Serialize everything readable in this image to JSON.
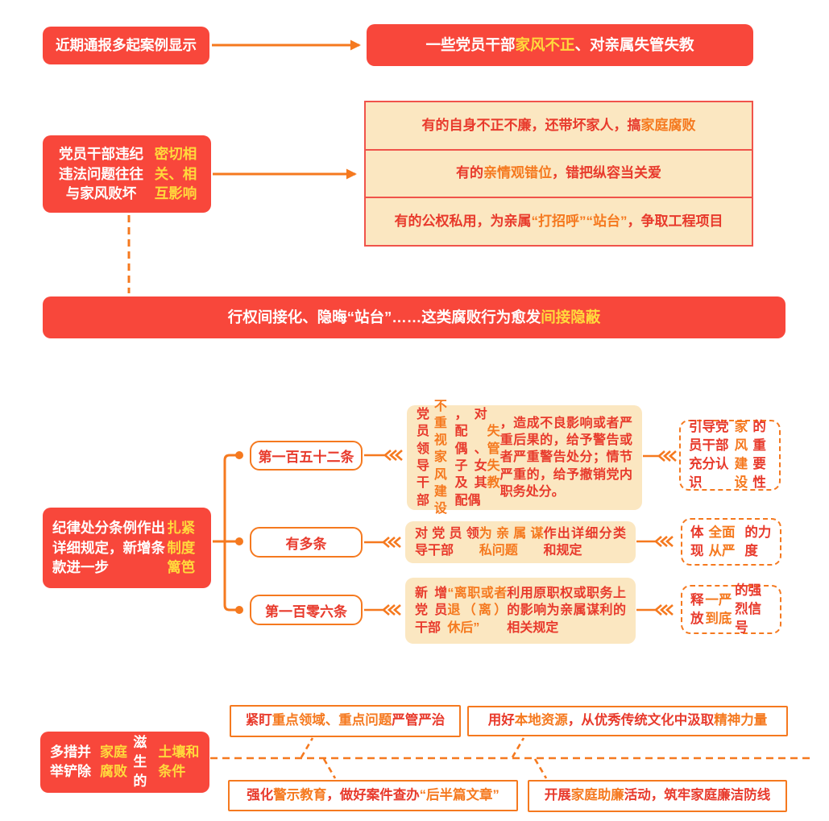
{
  "palette": {
    "red": "#F8473B",
    "orange": "#F5791F",
    "yellow": "#FFD93C",
    "cream": "#FBE7C1",
    "cream_border": "#F0534A",
    "text_red": "#E83A2C",
    "canvas": "#FFFFFF"
  },
  "diagram": {
    "s1": {
      "source": [
        {
          "t": "近期通报多起案例显示"
        }
      ],
      "finding": [
        {
          "t": "一些党员干部"
        },
        {
          "t": "家风不正",
          "c": "yellow"
        },
        {
          "t": "、对亲属失管失教"
        }
      ]
    },
    "s2": {
      "cause": [
        {
          "t": "党员干部违纪违法问题往往与家风败坏"
        },
        {
          "t": "密切相关、相互影响",
          "c": "yellow"
        }
      ],
      "examples": [
        [
          {
            "t": "有的自身不正不廉，还带坏家人，搞"
          },
          {
            "t": "家庭腐败",
            "c": "orange"
          }
        ],
        [
          {
            "t": "有的"
          },
          {
            "t": "亲情观错位",
            "c": "orange"
          },
          {
            "t": "，错把纵容当关爱"
          }
        ],
        [
          {
            "t": "有的公权私用，为亲属"
          },
          {
            "t": "“打招呼”“站台”",
            "c": "orange"
          },
          {
            "t": "，争取工程项目"
          }
        ]
      ],
      "banner": [
        {
          "t": "行权间接化、隐晦“站台”……这类腐败行为愈发"
        },
        {
          "t": "间接隐蔽",
          "c": "yellow"
        }
      ]
    },
    "s3": {
      "law": [
        {
          "t": "纪律处分条例作出详细规定，新增条款进一步"
        },
        {
          "t": "扎紧制度篱笆",
          "c": "yellow"
        }
      ],
      "articles": [
        {
          "label": [
            {
              "t": "第一百五十二条"
            }
          ],
          "desc": [
            {
              "t": "党员领导干部"
            },
            {
              "t": "不重视家风建设",
              "c": "orange"
            },
            {
              "t": "，对配偶、子女及其配偶"
            },
            {
              "t": "失管失教",
              "c": "orange"
            },
            {
              "t": "，造成不良影响或者严重后果的，给予警告或者严重警告处分；情节严重的，给予撤销党内职务处分。"
            }
          ],
          "effect": [
            {
              "t": "引导党员干部充分认识"
            },
            {
              "t": "家风建设",
              "c": "orange"
            },
            {
              "t": "的重要性"
            }
          ]
        },
        {
          "label": [
            {
              "t": "有多条"
            }
          ],
          "desc": [
            {
              "t": "对党员领导干部"
            },
            {
              "t": "为亲属谋私问题",
              "c": "orange"
            },
            {
              "t": "作出详细分类和规定"
            }
          ],
          "effect": [
            {
              "t": "体现"
            },
            {
              "t": "全面从严",
              "c": "orange"
            },
            {
              "t": "的力度"
            }
          ]
        },
        {
          "label": [
            {
              "t": "第一百零六条"
            }
          ],
          "desc": [
            {
              "t": "新增党员干部"
            },
            {
              "t": "“离职或者退（离）休后”",
              "c": "orange"
            },
            {
              "t": "利用原职权或职务上的影响为亲属谋利的相关规定"
            }
          ],
          "effect": [
            {
              "t": "释放"
            },
            {
              "t": "一严到底",
              "c": "orange"
            },
            {
              "t": "的强烈信号"
            }
          ]
        }
      ]
    },
    "s4": {
      "lead": [
        {
          "t": "多措并举铲除"
        },
        {
          "t": "家庭腐败",
          "c": "yellow"
        },
        {
          "t": "滋生的"
        },
        {
          "t": "土壤和条件",
          "c": "yellow"
        }
      ],
      "measures": [
        [
          {
            "t": "紧盯"
          },
          {
            "t": "重点领域、重点问题",
            "c": "orange"
          },
          {
            "t": "严管严治"
          }
        ],
        [
          {
            "t": "用好"
          },
          {
            "t": "本地资源",
            "c": "orange"
          },
          {
            "t": "，从优秀传统文化中汲取"
          },
          {
            "t": "精神力量",
            "c": "orange"
          }
        ],
        [
          {
            "t": "强化"
          },
          {
            "t": "警示教育",
            "c": "orange"
          },
          {
            "t": "，做好案件查办"
          },
          {
            "t": "“后半篇文章”",
            "c": "orange"
          }
        ],
        [
          {
            "t": "开展"
          },
          {
            "t": "家庭助廉",
            "c": "orange"
          },
          {
            "t": "活动，筑牢家庭廉洁防线"
          }
        ]
      ]
    }
  }
}
